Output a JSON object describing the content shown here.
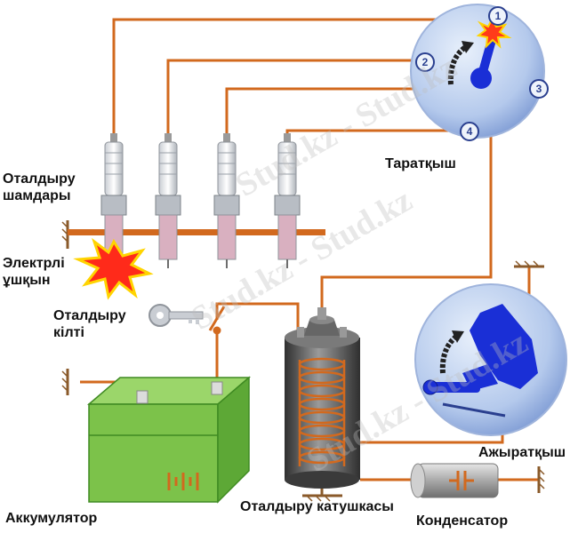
{
  "labels": {
    "spark_plugs": [
      "Оталдыру",
      "шамдары"
    ],
    "distributor": "Таратқыш",
    "spark": [
      "Электрлі",
      "ұшқын"
    ],
    "ignition_key": [
      "Оталдыру",
      "кілті"
    ],
    "battery": "Аккумулятор",
    "coil": "Оталдыру катушкасы",
    "condenser": "Конденсатор",
    "breaker": "Ажыратқыш"
  },
  "terminals": [
    "1",
    "2",
    "3",
    "4"
  ],
  "watermark": "Stud.kz - Stud.kz",
  "colors": {
    "wire": "#d2691e",
    "disc": "#b8cdee",
    "disc_edge": "#2a3f8f",
    "rotor": "#1a2fd6",
    "battery": "#7cc24a",
    "battery_dark": "#3f8a22",
    "coil_body": "#555555",
    "spark": "#ff2a1a"
  }
}
